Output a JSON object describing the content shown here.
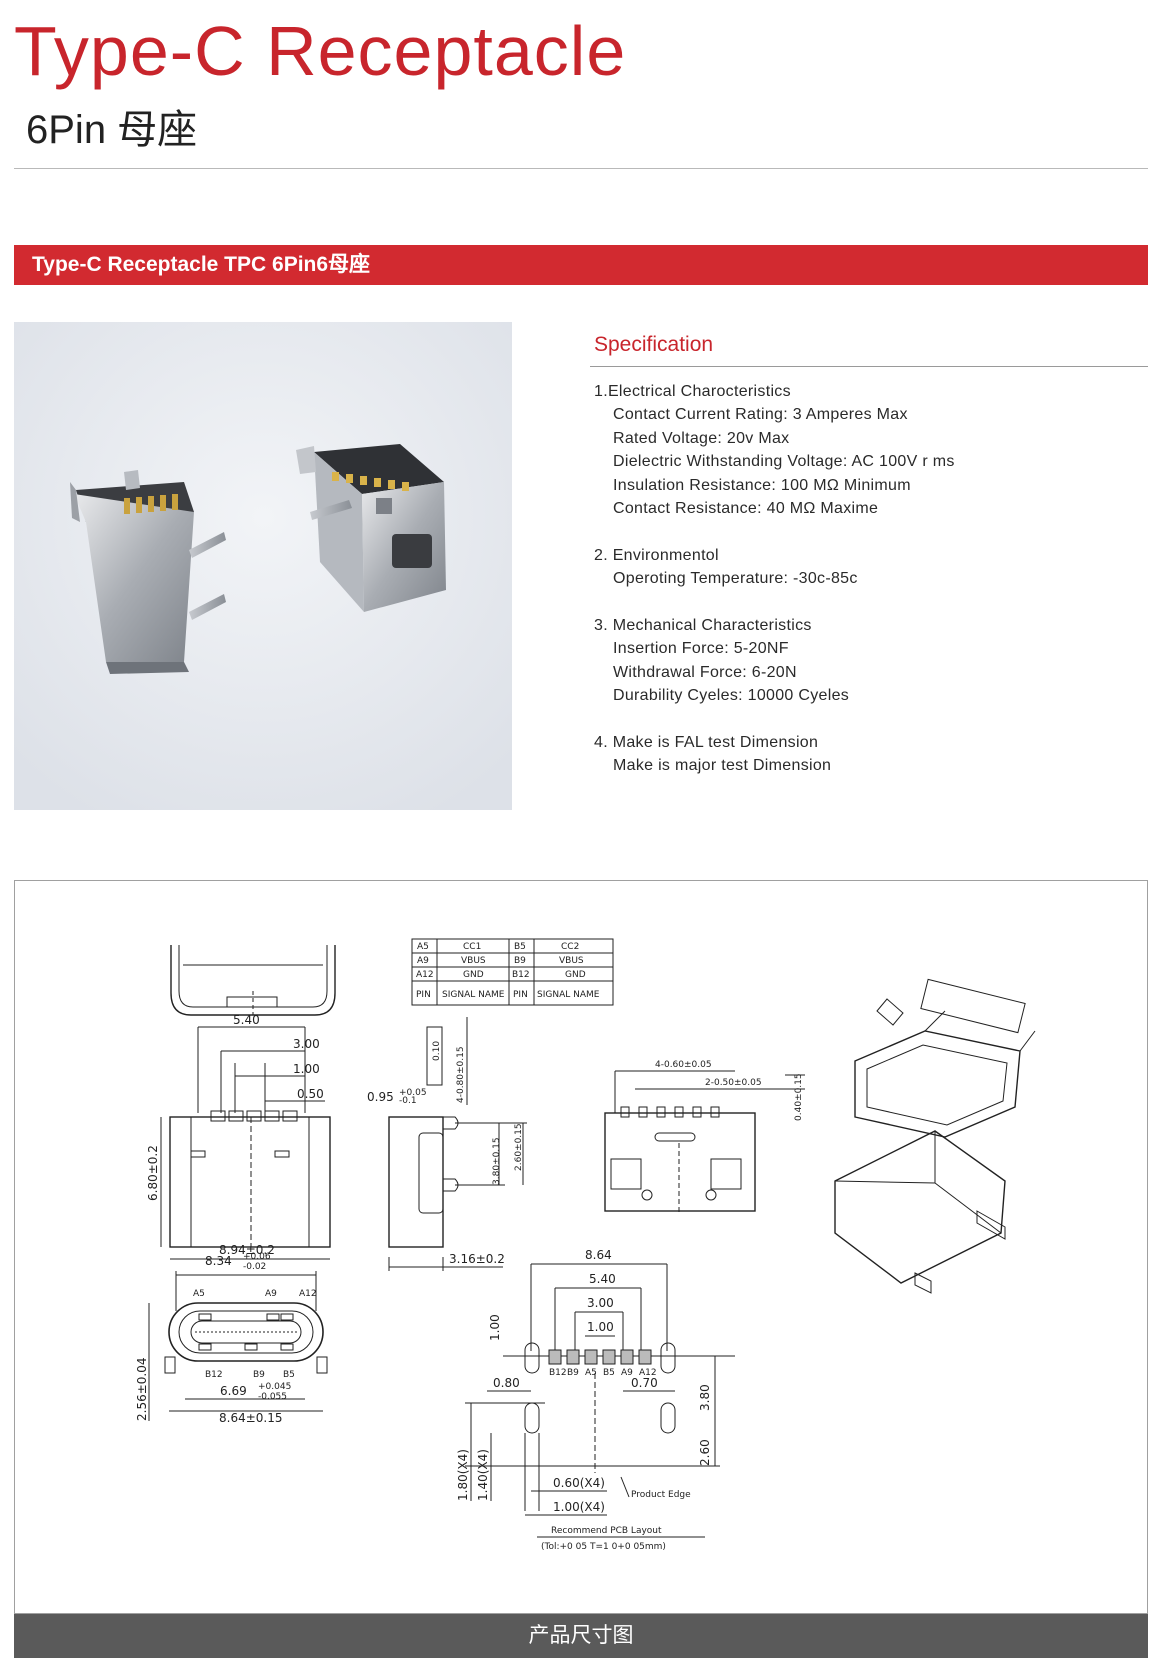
{
  "header": {
    "title": "Type-C Receptacle",
    "subtitle": "6Pin 母座"
  },
  "banner": {
    "label": "Type-C Receptacle  TPC 6Pin6母座"
  },
  "spec": {
    "heading": "Specification",
    "groups": [
      {
        "title": "1.Electrical Charocteristics",
        "items": [
          "Contact Current Rating: 3 Amperes Max",
          "Rated Voltage: 20v Max",
          "Dielectric Withstanding Voltage: AC 100V r ms",
          "Insulation Resistance: 100 MΩ Minimum",
          "Contact Resistance: 40 MΩ Maxime"
        ]
      },
      {
        "title": "2. Environmentol",
        "items": [
          "Operoting Temperature: -30c-85c"
        ]
      },
      {
        "title": "3. Mechanical Characteristics",
        "items": [
          "Insertion Force: 5-20NF",
          "Withdrawal Force: 6-20N",
          "Durability Cyeles: 10000 Cyeles"
        ]
      },
      {
        "title": "4. Make is FAL test Dimension",
        "items": [
          "Make is major test Dimension"
        ]
      }
    ]
  },
  "pin_table": {
    "rows": [
      [
        "A5",
        "CC1",
        "B5",
        "CC2"
      ],
      [
        "A9",
        "VBUS",
        "B9",
        "VBUS"
      ],
      [
        "A12",
        "GND",
        "B12",
        "GND"
      ],
      [
        "PIN",
        "SIGNAL NAME",
        "PIN",
        "SIGNAL NAME"
      ]
    ]
  },
  "dimensions": {
    "front": [
      "5.40",
      "3.00",
      "1.00",
      "0.50",
      "6.80±0.2",
      "8.94±0.2"
    ],
    "side": [
      "0.10",
      "4-0.80±0.15",
      "3.80±0.15",
      "2.60±0.15",
      "3.16±0.2"
    ],
    "side_tol": {
      "base": "0.95",
      "plus": "+0.05",
      "minus": "-0.1"
    },
    "back": [
      "4-0.60±0.05",
      "2-0.50±0.05",
      "0.40±0.15"
    ],
    "bottom": {
      "width": "8.34",
      "width_tol_plus": "+0.06",
      "width_tol_minus": "-0.02",
      "pitch": "6.69",
      "pitch_tol_plus": "+0.045",
      "pitch_tol_minus": "-0.055",
      "overall": "8.64±0.15",
      "height": "2.56±0.04",
      "pins_top": [
        "A5",
        "A9",
        "A12"
      ],
      "pins_bottom": [
        "B12",
        "B9",
        "B5"
      ]
    },
    "pcb": {
      "widths": [
        "8.64",
        "5.40",
        "3.00",
        "1.00"
      ],
      "vertical": [
        "1.00",
        "3.80",
        "2.60",
        "1.80(X4)",
        "1.40(X4)"
      ],
      "horizontal": [
        "0.80",
        "0.70",
        "0.60(X4)",
        "1.00(X4)"
      ],
      "pad_labels": [
        "B12",
        "B9",
        "A5",
        "B5",
        "A9",
        "A12"
      ],
      "product_edge": "Product Edge",
      "caption": "Recommend PCB Layout",
      "tolerance": "(Tol:+0 05 T=1 0+0 05mm)"
    }
  },
  "footer": {
    "label": "产品尺寸图"
  }
}
